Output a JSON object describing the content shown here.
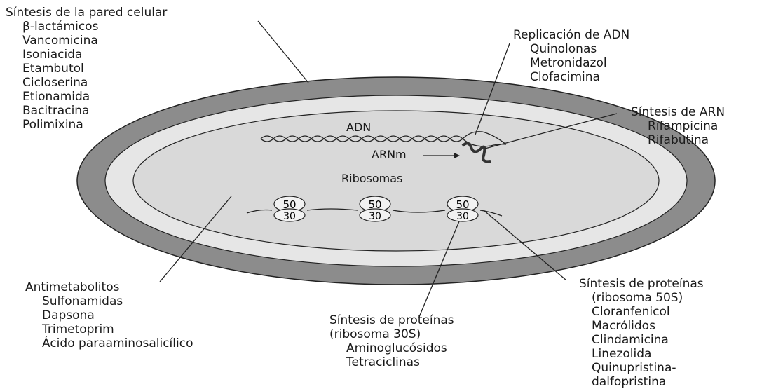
{
  "groups": {
    "cell_wall": {
      "title": "Síntesis de la pared celular",
      "items": [
        "β-lactámicos",
        "Vancomicina",
        "Isoniacida",
        "Etambutol",
        "Cicloserina",
        "Etionamida",
        "Bacitracina",
        "Polimixina"
      ]
    },
    "dna_replication": {
      "title": "Replicación de ADN",
      "items": [
        "Quinolonas",
        "Metronidazol",
        "Clofacimina"
      ]
    },
    "rna_synthesis": {
      "title": "Síntesis de ARN",
      "items": [
        "Rifampicina",
        "Rifabutina"
      ]
    },
    "antimetabolites": {
      "title": "Antimetabolitos",
      "items": [
        "Sulfonamidas",
        "Dapsona",
        "Trimetoprim",
        "Ácido paraaminosalicílico"
      ]
    },
    "protein_30s": {
      "title": "Síntesis de proteínas",
      "subtitle": "(ribosoma 30S)",
      "items": [
        "Aminoglucósidos",
        "Tetraciclinas"
      ]
    },
    "protein_50s": {
      "title": "Síntesis de proteínas",
      "subtitle": "(ribosoma 50S)",
      "items": [
        "Cloranfenicol",
        "Macrólidos",
        "Clindamicina",
        "Linezolida",
        "Quinupristina-",
        "dalfopristina"
      ]
    }
  },
  "cell": {
    "dna_label": "ADN",
    "mrna_label": "ARNm",
    "ribosomes_label": "Ribosomas",
    "large_subunit": "50",
    "small_subunit": "30"
  },
  "colors": {
    "outer_wall": "#8c8c8c",
    "middle_ring": "#e4e4e4",
    "cytoplasm": "#d9d9d9",
    "stroke": "#222222"
  }
}
